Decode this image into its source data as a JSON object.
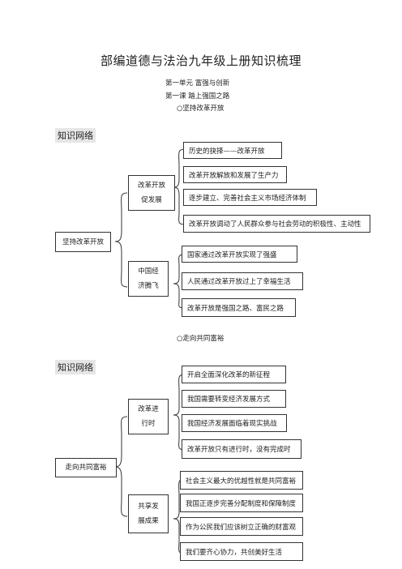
{
  "title": "部编道德与法治九年级上册知识梳理",
  "unit": "第一单元    富强与创新",
  "lesson": "第一课    踏上强国之路",
  "section1": {
    "heading": "○坚持改革开放",
    "tag": "知识网络",
    "root": "坚持改革开放",
    "branches": [
      {
        "line1": "改革开放",
        "line2": "促发展",
        "items": [
          "历史的抉择——改革开放",
          "改革开放解放和发展了生产力",
          "逐步建立、完善社会主义市场经济体制",
          "改革开放调动了人民群众参与社会劳动的积极性、主动性"
        ]
      },
      {
        "line1": "中国经",
        "line2": "济腾飞",
        "items": [
          "国家通过改革开放实现了强盛",
          "人民通过改革开放过上了幸福生活",
          "改革开放是强国之路、富民之路"
        ]
      }
    ]
  },
  "section2": {
    "heading": "○走向共同富裕",
    "tag": "知识网络",
    "root": "走向共同富裕",
    "branches": [
      {
        "line1": "改革进",
        "line2": "行时",
        "items": [
          "开启全面深化改革的新征程",
          "我国需要转变经济发展方式",
          "我国经济发展面临着现实挑战",
          "改革开放只有进行时，没有完成时"
        ]
      },
      {
        "line1": "共享发",
        "line2": "展成果",
        "items": [
          "社会主义最大的优越性就是共同富裕",
          "我国正逐步完善分配制度和保障制度",
          "作为公民我们应该树立正确的财富观",
          "我们要齐心协力，共创美好生活"
        ]
      }
    ]
  }
}
